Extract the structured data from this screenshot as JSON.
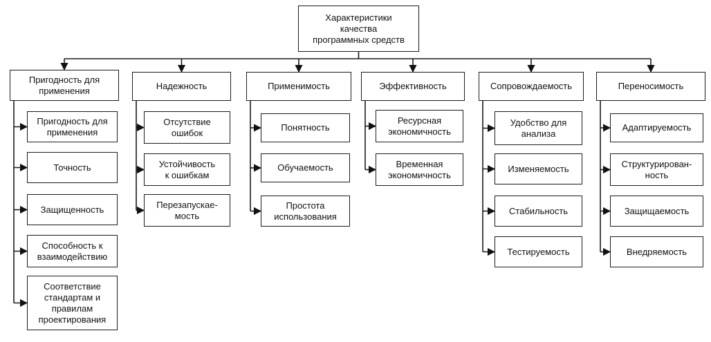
{
  "root": {
    "label": "Характеристики\nкачества\nпрограммных средств"
  },
  "categories": [
    {
      "label": "Пригодность для\nприменения",
      "items": [
        "Пригодность для\nприменения",
        "Точность",
        "Защищенность",
        "Способность к\nвзаимодействию",
        "Соответствие\nстандартам и\nправилам\nпроектирования"
      ]
    },
    {
      "label": "Надежность",
      "items": [
        "Отсутствие\nошибок",
        "Устойчивость\nк ошибкам",
        "Перезапускае-\nмость"
      ]
    },
    {
      "label": "Применимость",
      "items": [
        "Понятность",
        "Обучаемость",
        "Простота\nиспользования"
      ]
    },
    {
      "label": "Эффективность",
      "items": [
        "Ресурсная\nэкономичность",
        "Временная\nэкономичность"
      ]
    },
    {
      "label": "Сопровождаемость",
      "items": [
        "Удобство для\nанализа",
        "Изменяемость",
        "Стабильность",
        "Тестируемость"
      ]
    },
    {
      "label": "Переносимость",
      "items": [
        "Адаптируемость",
        "Структурирован-\nность",
        "Защищаемость",
        "Внедряемость"
      ]
    }
  ]
}
